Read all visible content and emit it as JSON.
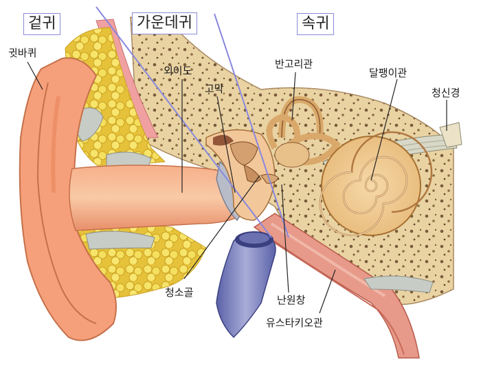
{
  "regions": {
    "outer_ear": "겉귀",
    "middle_ear": "가운데귀",
    "inner_ear": "속귀"
  },
  "labels": {
    "auricle": "귓바퀴",
    "ear_canal": "외이도",
    "eardrum": "고막",
    "semicircular_canals": "반고리관",
    "cochlea": "달팽이관",
    "auditory_nerve": "청신경",
    "ossicles": "청소골",
    "oval_window": "난원창",
    "eustachian_tube": "유스타키오관"
  }
}
